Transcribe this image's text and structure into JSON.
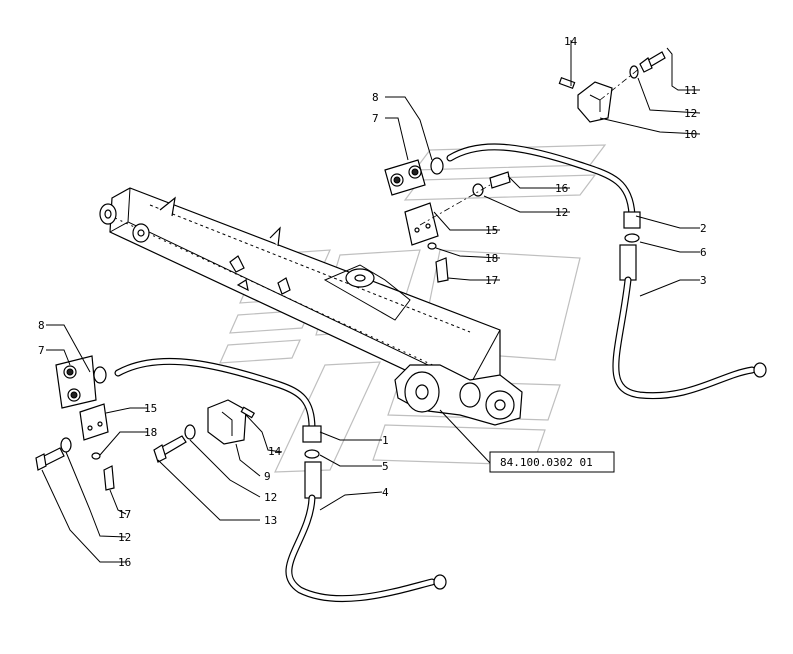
{
  "diagram": {
    "reference_code": "84.100.0302 01",
    "callouts": [
      {
        "id": "c14a",
        "text": "14"
      },
      {
        "id": "c11",
        "text": "11"
      },
      {
        "id": "c12a",
        "text": "12"
      },
      {
        "id": "c10",
        "text": "10"
      },
      {
        "id": "c8a",
        "text": "8"
      },
      {
        "id": "c7a",
        "text": "7"
      },
      {
        "id": "c16a",
        "text": "16"
      },
      {
        "id": "c12b",
        "text": "12"
      },
      {
        "id": "c15a",
        "text": "15"
      },
      {
        "id": "c18a",
        "text": "18"
      },
      {
        "id": "c17a",
        "text": "17"
      },
      {
        "id": "c2",
        "text": "2"
      },
      {
        "id": "c6",
        "text": "6"
      },
      {
        "id": "c3",
        "text": "3"
      },
      {
        "id": "c8b",
        "text": "8"
      },
      {
        "id": "c7b",
        "text": "7"
      },
      {
        "id": "c15b",
        "text": "15"
      },
      {
        "id": "c18b",
        "text": "18"
      },
      {
        "id": "c14b",
        "text": "14"
      },
      {
        "id": "c1",
        "text": "1"
      },
      {
        "id": "c5",
        "text": "5"
      },
      {
        "id": "c9",
        "text": "9"
      },
      {
        "id": "c4",
        "text": "4"
      },
      {
        "id": "c12c",
        "text": "12"
      },
      {
        "id": "c13",
        "text": "13"
      },
      {
        "id": "c17b",
        "text": "17"
      },
      {
        "id": "c12d",
        "text": "12"
      },
      {
        "id": "c16b",
        "text": "16"
      }
    ]
  }
}
